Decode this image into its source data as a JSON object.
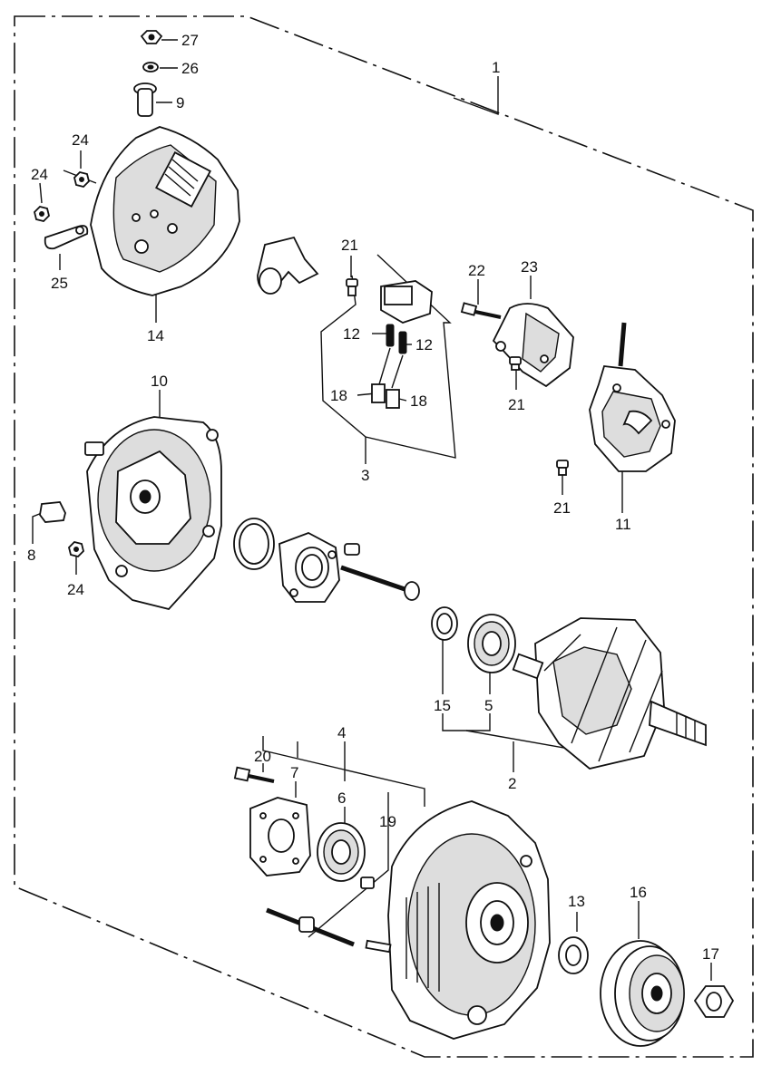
{
  "labels": {
    "l1": "1",
    "l2": "2",
    "l3": "3",
    "l4": "4",
    "l5": "5",
    "l6": "6",
    "l7": "7",
    "l8": "8",
    "l9": "9",
    "l10": "10",
    "l11": "11",
    "l12a": "12",
    "l12b": "12",
    "l13": "13",
    "l14": "14",
    "l15": "15",
    "l16": "16",
    "l17": "17",
    "l18a": "18",
    "l18b": "18",
    "l19": "19",
    "l20": "20",
    "l21a": "21",
    "l21b": "21",
    "l21c": "21",
    "l22": "22",
    "l23": "23",
    "l24a": "24",
    "l24b": "24",
    "l24c": "24",
    "l25": "25",
    "l26": "26",
    "l27": "27"
  }
}
